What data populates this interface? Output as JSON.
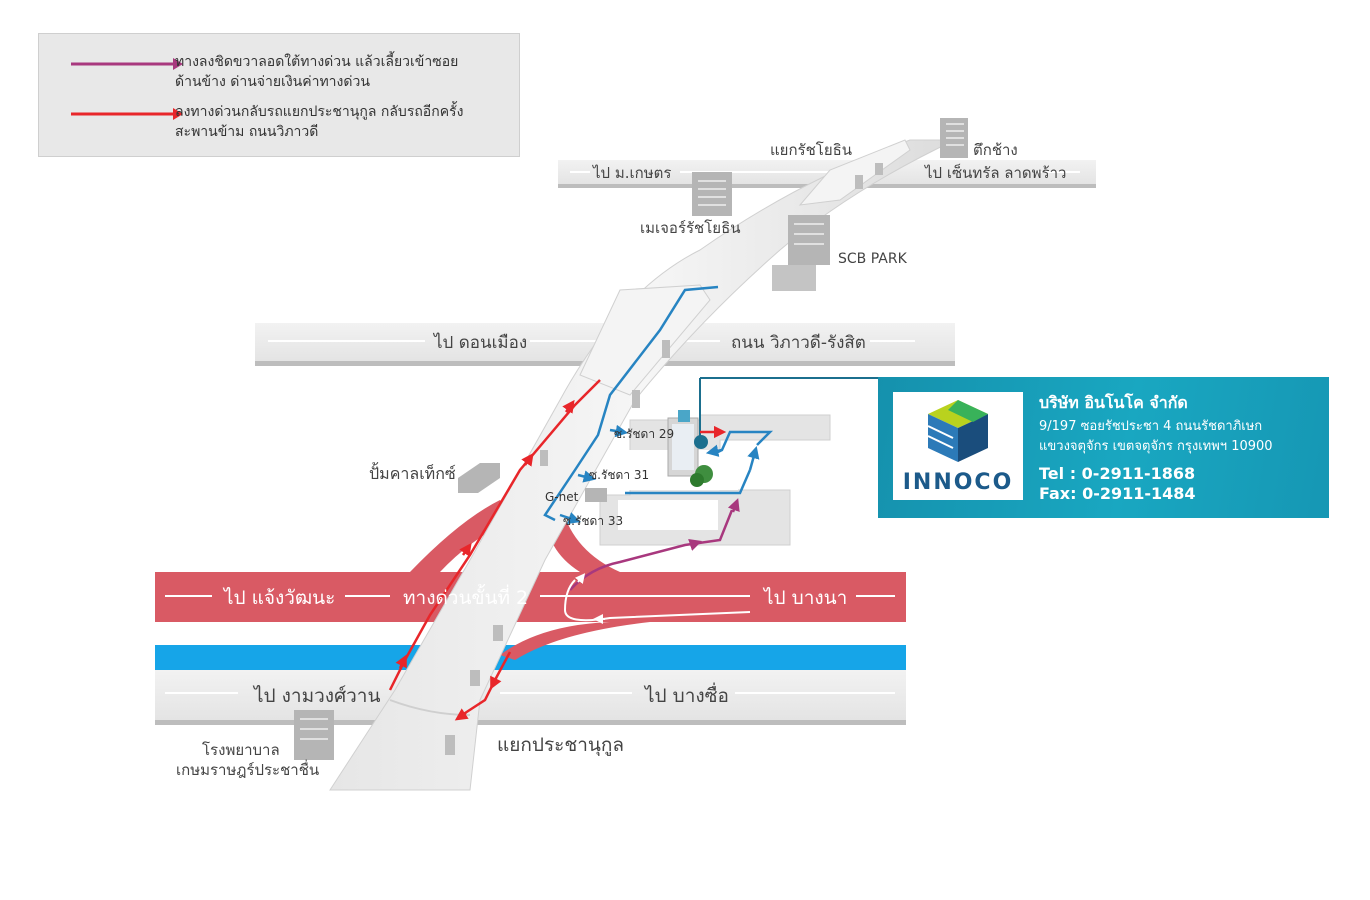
{
  "legend": {
    "items": [
      {
        "color": "#a8387e",
        "lines": [
          "ทางลงชิดขวาลอดใต้ทางด่วน แล้วเลี้ยวเข้าซอย",
          "ด้านข้าง ด่านจ่ายเงินค่าทางด่วน"
        ]
      },
      {
        "color": "#e8262a",
        "lines": [
          "ลงทางด่วนกลับรถแยกประชานุกูล กลับรถอีกครั้ง",
          "สะพานข้าม ถนนวิภาวดี"
        ]
      }
    ]
  },
  "roads": {
    "ratchayothin_junction": "แยกรัชโยธิน",
    "to_kasetsart": "ไป ม.เกษตร",
    "to_central_ladprao": "ไป เซ็นทรัล ลาดพร้าว",
    "to_donmueang": "ไป ดอนเมือง",
    "vibhavadi": "ถนน วิภาวดี-รังสิต",
    "to_chaengwattana": "ไป แจ้งวัฒนะ",
    "expressway_stage2": "ทางด่วนขั้นที่ 2",
    "to_bangna": "ไป บางนา",
    "to_ngamwongwan": "ไป งามวงศ์วาน",
    "to_bangsue": "ไป บางซื่อ",
    "prachanukul_junction": "แยกประชานุกูล"
  },
  "landmarks": {
    "elephant_building": "ตึกช้าง",
    "major_ratchayothin": "เมเจอร์รัชโยธิน",
    "scb_park": "SCB PARK",
    "caltex": "ปั้มคาลเท็กซ์",
    "hospital_line1": "โรงพยาบาล",
    "hospital_line2": "เกษมราษฎร์ประชาชื่น",
    "soi29": "ซ.รัชดา 29",
    "soi31": "ซ.รัชดา 31",
    "soi33": "ซ.รัชดา 33",
    "gnet": "G-net"
  },
  "company": {
    "logo_text": "INNOCO",
    "name": "บริษัท อินโนโค จำกัด",
    "address_line1": "9/197 ซอยรัชประชา 4 ถนนรัชดาภิเษก",
    "address_line2": "แขวงจตุจักร เขตจตุจักร กรุงเทพฯ 10900",
    "tel": "Tel : 0-2911-1868",
    "fax": "Fax: 0-2911-1484"
  },
  "colors": {
    "expressway": "#d95a64",
    "canal": "#16a5e8",
    "route_blue": "#2784c2",
    "route_red": "#e8262a",
    "route_purple": "#a8387e",
    "card": "#19a7c1"
  }
}
